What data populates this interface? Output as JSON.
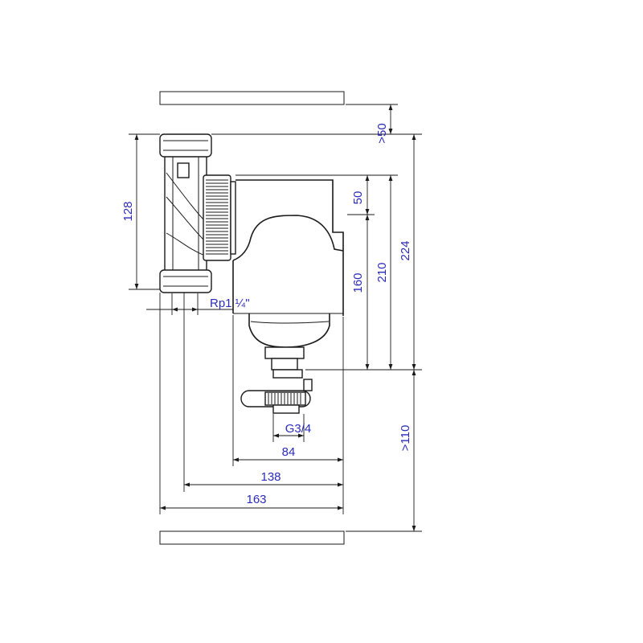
{
  "colors": {
    "lines": "#1a1a1a",
    "dimension_text": "#2b2bb8",
    "background": "#ffffff"
  },
  "dimensions": {
    "top_clearance": ">50",
    "pipe_height": "128",
    "thread_size": "Rp1 ¼\"",
    "upper_gap": "50",
    "body_height": "160",
    "height_210": "210",
    "total_height": "224",
    "bottom_clearance": ">110",
    "drain_thread": "G3/4",
    "width_84": "84",
    "width_138": "138",
    "width_163": "163"
  }
}
